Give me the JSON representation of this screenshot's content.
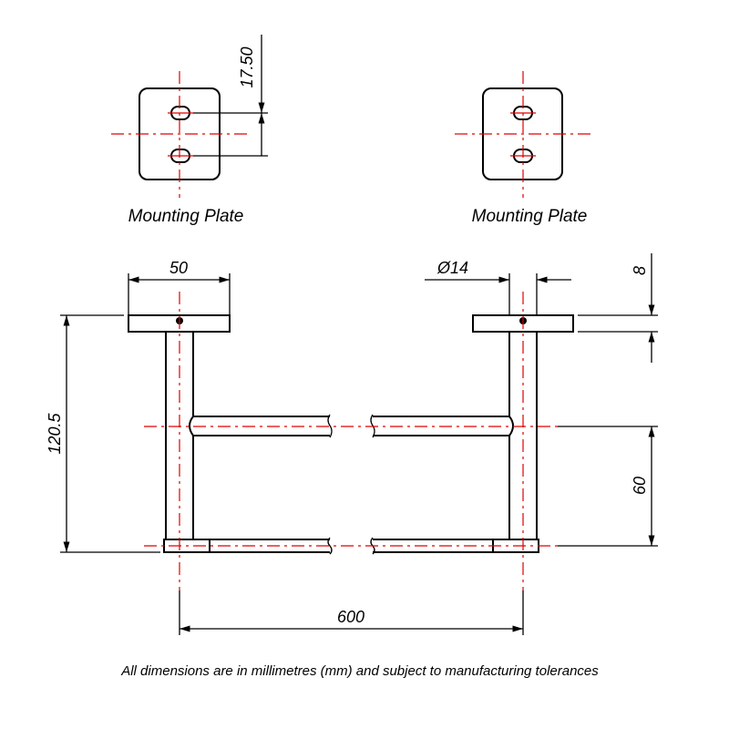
{
  "plates": {
    "left_label": "Mounting Plate",
    "right_label": "Mounting Plate",
    "slot_spacing": "17.50"
  },
  "dimensions": {
    "plate_width": "50",
    "post_diameter": "Ø14",
    "plate_thickness": "8",
    "total_height": "120.5",
    "bar_spacing": "60",
    "length": "600"
  },
  "footer": {
    "note": "All dimensions are in millimetres (mm) and subject to manufacturing tolerances"
  },
  "colors": {
    "outline": "#000000",
    "centerline": "#e00000"
  }
}
